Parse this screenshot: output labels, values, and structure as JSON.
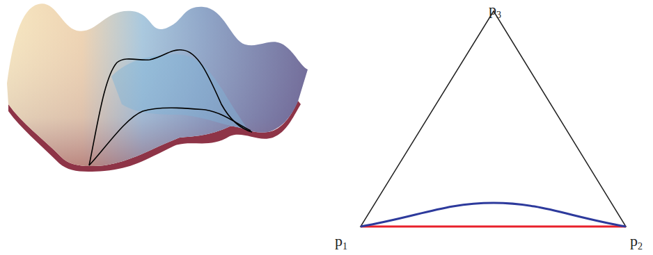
{
  "diagram": {
    "labels": [
      "p3",
      "p1",
      "p2"
    ]
  }
}
